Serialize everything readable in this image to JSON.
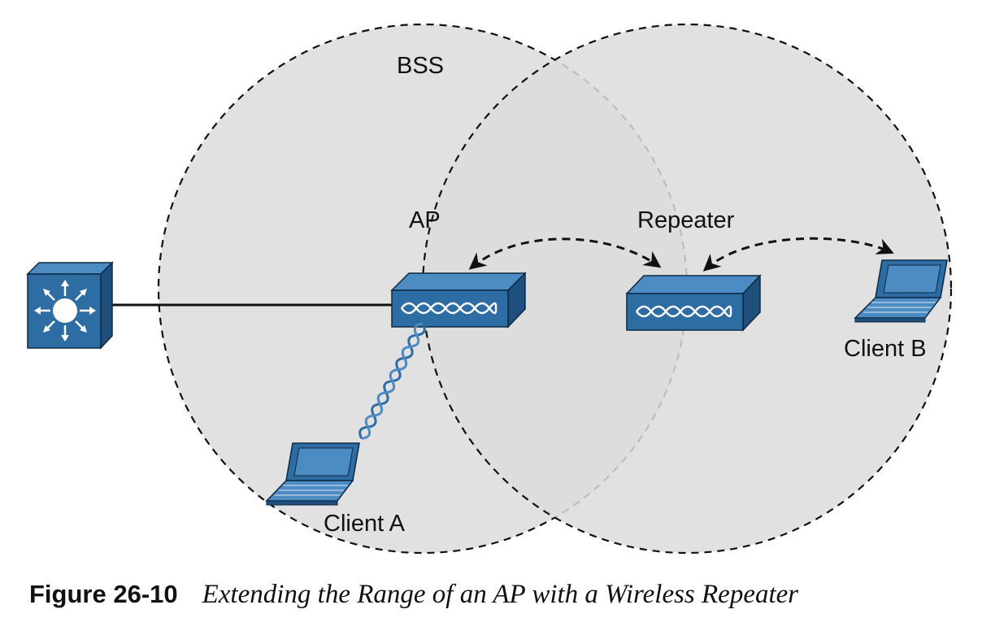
{
  "figure": {
    "labels": {
      "bss": "BSS",
      "ap": "AP",
      "repeater": "Repeater",
      "client_a": "Client A",
      "client_b": "Client B"
    },
    "caption": {
      "number": "Figure 26-10",
      "title": "Extending the Range of an AP with a Wireless Repeater"
    },
    "colors": {
      "cell_fill": "#dcdcdd",
      "device_blue": "#2e6ca4",
      "device_dark": "#1f4f7c",
      "device_light": "#4d8bc3",
      "outline": "#111111"
    },
    "icons": [
      "multilayer-switch-icon",
      "access-point-icon",
      "repeater-icon",
      "laptop-icon",
      "radio-wave-icon"
    ]
  }
}
